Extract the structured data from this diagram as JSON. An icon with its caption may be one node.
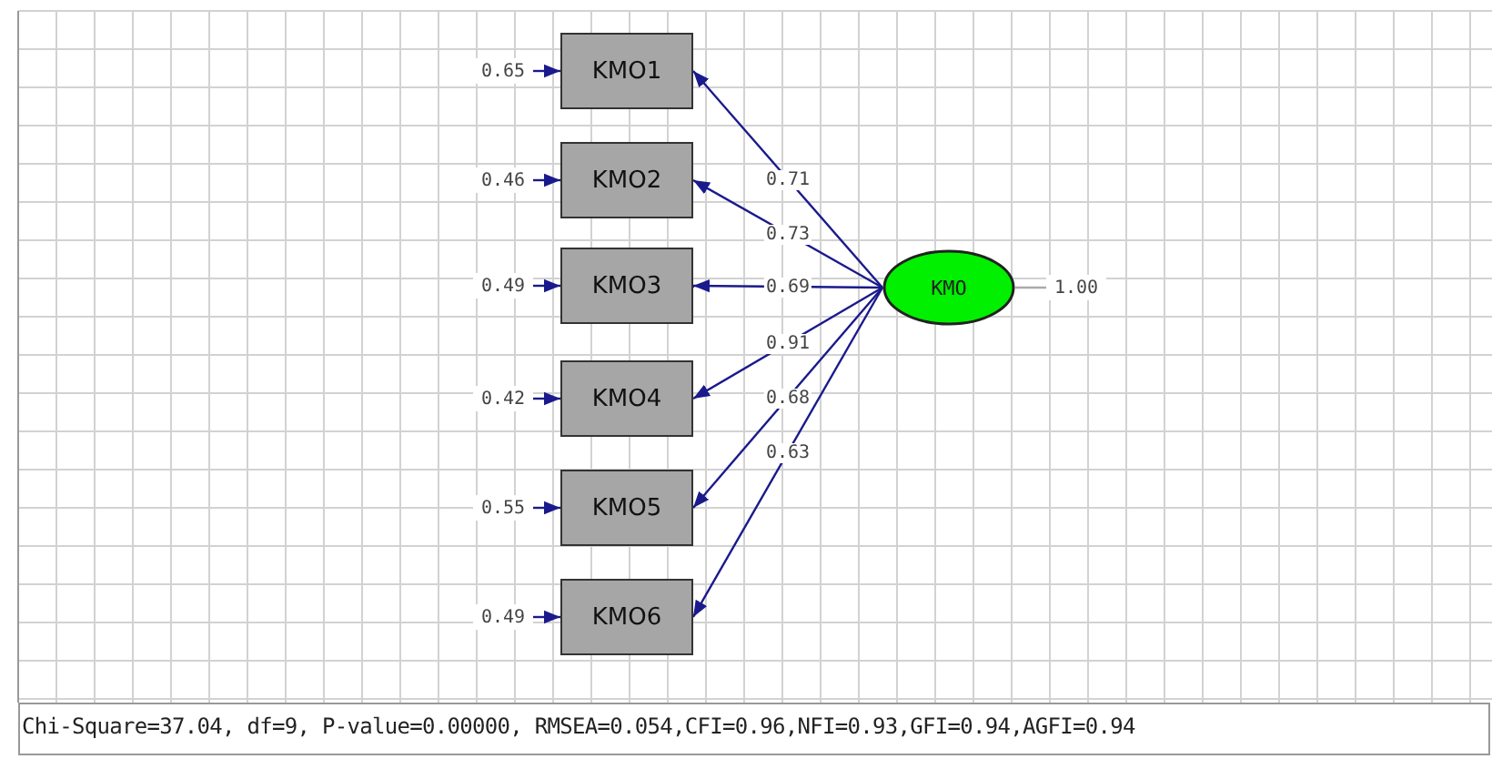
{
  "diagram": {
    "nodes": [
      {
        "text": [
          "KMO1"
        ]
      },
      {
        "text": [
          "KMO2"
        ]
      },
      {
        "text": [
          "KMO3"
        ]
      },
      {
        "text": [
          "KMO4"
        ]
      },
      {
        "text": [
          "KMO5"
        ]
      },
      {
        "text": [
          "KMO6"
        ]
      },
      {
        "text": [
          "KMO"
        ]
      },
      {
        "text": [
          "0.65"
        ]
      },
      {
        "text": [
          "0.46"
        ]
      },
      {
        "text": [
          "0.49"
        ]
      },
      {
        "text": [
          "0.42"
        ]
      },
      {
        "text": [
          "0.55"
        ]
      },
      {
        "text": [
          "0.49"
        ]
      },
      {
        "text": [
          "1.00"
        ]
      }
    ],
    "edges": [
      {
        "from": 6,
        "to": 0,
        "arrow": "to",
        "label": "0.71"
      },
      {
        "from": 6,
        "to": 1,
        "arrow": "to",
        "label": "0.73"
      },
      {
        "from": 6,
        "to": 2,
        "arrow": "to",
        "label": "0.69"
      },
      {
        "from": 6,
        "to": 3,
        "arrow": "to",
        "label": "0.91"
      },
      {
        "from": 6,
        "to": 4,
        "arrow": "to",
        "label": "0.68"
      },
      {
        "from": 6,
        "to": 5,
        "arrow": "to",
        "label": "0.63"
      },
      {
        "from": 7,
        "to": 0,
        "arrow": "to"
      },
      {
        "from": 8,
        "to": 1,
        "arrow": "to"
      },
      {
        "from": 9,
        "to": 2,
        "arrow": "to"
      },
      {
        "from": 10,
        "to": 3,
        "arrow": "to"
      },
      {
        "from": 11,
        "to": 4,
        "arrow": "to"
      },
      {
        "from": 12,
        "to": 5,
        "arrow": "to"
      },
      {
        "from": 13,
        "to": 6,
        "arrow": "none",
        "color": "#aaaaaa"
      }
    ],
    "labels": [
      "Chi-Square=37.04, df=9, P-value=0.00000, RMSEA=0.054,CFI=0.96,NFI=0.93,GFI=0.94,AGFI=0.94"
    ]
  }
}
